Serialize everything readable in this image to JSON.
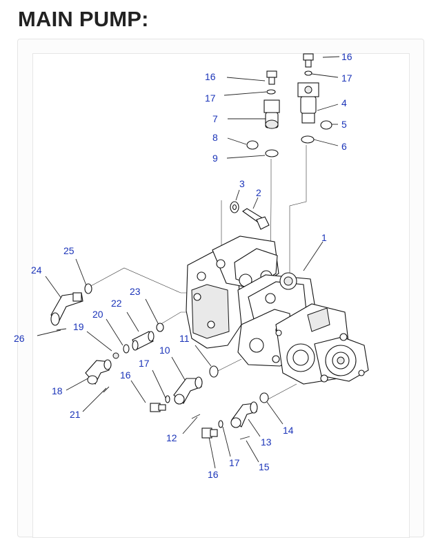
{
  "page": {
    "title": "MAIN PUMP:"
  },
  "callouts": [
    "16",
    "17",
    "4",
    "5",
    "6",
    "16",
    "17",
    "7",
    "8",
    "9",
    "3",
    "2",
    "1",
    "25",
    "24",
    "23",
    "22",
    "20",
    "19",
    "26",
    "11",
    "10",
    "17",
    "16",
    "18",
    "21",
    "14",
    "12",
    "13",
    "17",
    "15",
    "16"
  ]
}
